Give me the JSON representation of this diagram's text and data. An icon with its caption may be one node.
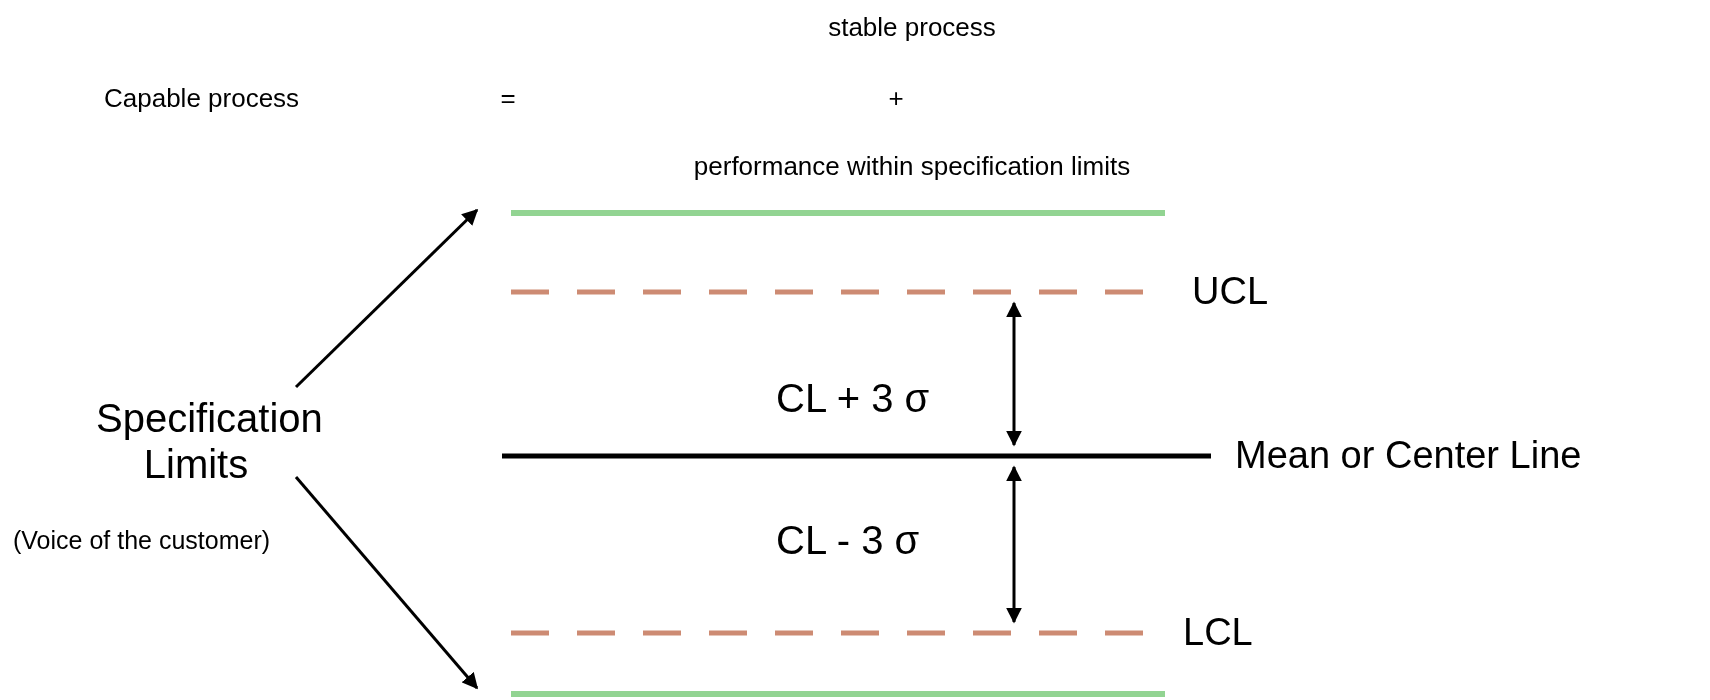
{
  "diagram": {
    "nodes": [
      {
        "text": [
          "Specification Limits"
        ],
        "beside": [
          "(Voice of the customer)"
        ]
      },
      {
        "text": [],
        "shape": "bar"
      },
      {
        "text": [],
        "shape": "bar"
      }
    ],
    "edges": [
      {
        "from": 0,
        "to": 1,
        "arrow": "to"
      },
      {
        "from": 0,
        "to": 2,
        "arrow": "to"
      }
    ],
    "labels": [
      "stable process",
      "Capable process",
      "=",
      "+",
      "performance within specification limits",
      "UCL",
      "CL + 3 σ",
      "Mean or Center Line",
      "CL - 3 σ",
      "LCL"
    ]
  }
}
